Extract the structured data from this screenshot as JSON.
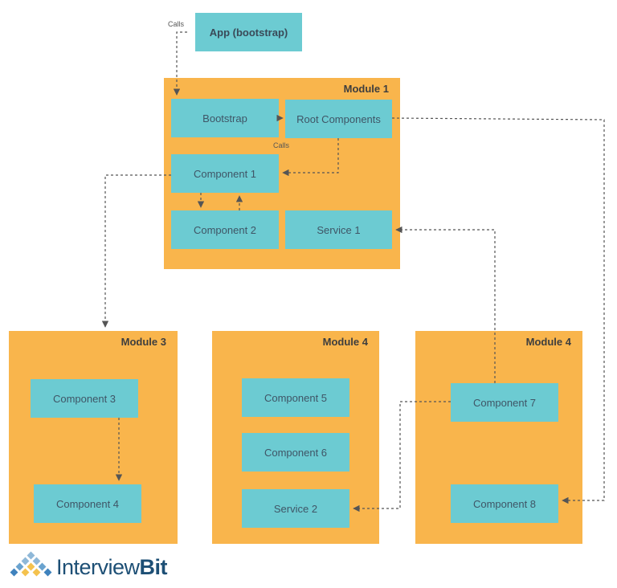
{
  "app": {
    "label": "App (bootstrap)"
  },
  "notes": {
    "calls_top": "Calls",
    "calls_mid": "Calls"
  },
  "module1": {
    "title": "Module 1",
    "bootstrap": "Bootstrap",
    "root_components": "Root Components",
    "component1": "Component 1",
    "component2": "Component 2",
    "service1": "Service 1"
  },
  "module3": {
    "title": "Module 3",
    "component3": "Component 3",
    "component4": "Component 4"
  },
  "module4a": {
    "title": "Module 4",
    "component5": "Component 5",
    "component6": "Component 6",
    "service2": "Service 2"
  },
  "module4b": {
    "title": "Module 4",
    "component7": "Component 7",
    "component8": "Component 8"
  },
  "brand": {
    "name_part1": "Interview",
    "name_part2": "Bit"
  },
  "colors": {
    "module": "#f9b54c",
    "box": "#6ccbd2",
    "line": "#555555",
    "brand": "#1d4f75"
  }
}
